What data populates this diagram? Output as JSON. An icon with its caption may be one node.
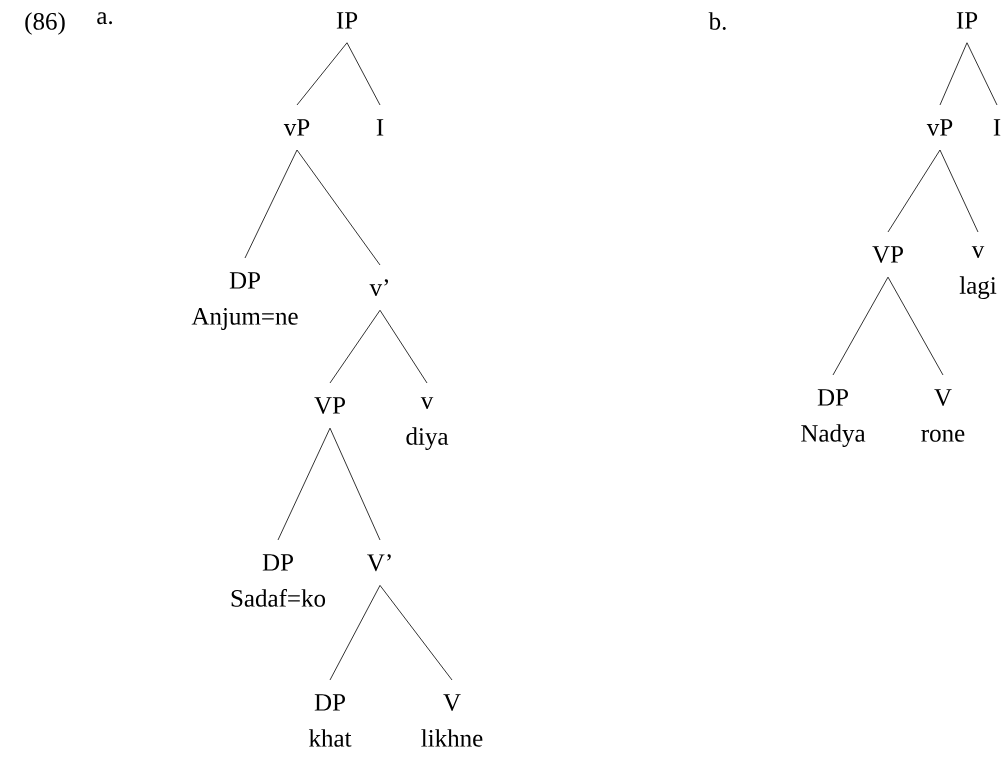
{
  "diagram": {
    "nodes": [
      {
        "text": [
          "IP"
        ]
      },
      {
        "text": [
          "vP"
        ]
      },
      {
        "text": [
          "I"
        ]
      },
      {
        "text": [
          "DP",
          "Anjum=ne"
        ]
      },
      {
        "text": [
          "v’"
        ]
      },
      {
        "text": [
          "VP"
        ]
      },
      {
        "text": [
          "v",
          "diya"
        ]
      },
      {
        "text": [
          "DP",
          "Sadaf=ko"
        ]
      },
      {
        "text": [
          "V’"
        ]
      },
      {
        "text": [
          "DP",
          "khat"
        ]
      },
      {
        "text": [
          "V",
          "likhne"
        ]
      },
      {
        "text": [
          "IP"
        ]
      },
      {
        "text": [
          "vP"
        ]
      },
      {
        "text": [
          "I"
        ]
      },
      {
        "text": [
          "VP"
        ]
      },
      {
        "text": [
          "v",
          "lagi"
        ]
      },
      {
        "text": [
          "DP",
          "Nadya"
        ]
      },
      {
        "text": [
          "V",
          "rone"
        ]
      }
    ],
    "edges": [
      {
        "from": 0,
        "to": 1,
        "arrow": "none"
      },
      {
        "from": 0,
        "to": 2,
        "arrow": "none"
      },
      {
        "from": 1,
        "to": 3,
        "arrow": "none"
      },
      {
        "from": 1,
        "to": 4,
        "arrow": "none"
      },
      {
        "from": 4,
        "to": 5,
        "arrow": "none"
      },
      {
        "from": 4,
        "to": 6,
        "arrow": "none"
      },
      {
        "from": 5,
        "to": 7,
        "arrow": "none"
      },
      {
        "from": 5,
        "to": 8,
        "arrow": "none"
      },
      {
        "from": 8,
        "to": 9,
        "arrow": "none"
      },
      {
        "from": 8,
        "to": 10,
        "arrow": "none"
      },
      {
        "from": 11,
        "to": 12,
        "arrow": "none"
      },
      {
        "from": 11,
        "to": 13,
        "arrow": "none"
      },
      {
        "from": 12,
        "to": 14,
        "arrow": "none"
      },
      {
        "from": 12,
        "to": 15,
        "arrow": "none"
      },
      {
        "from": 14,
        "to": 16,
        "arrow": "none"
      },
      {
        "from": 14,
        "to": 17,
        "arrow": "none"
      }
    ],
    "labels": [
      "(86)",
      "a.",
      "b."
    ]
  }
}
